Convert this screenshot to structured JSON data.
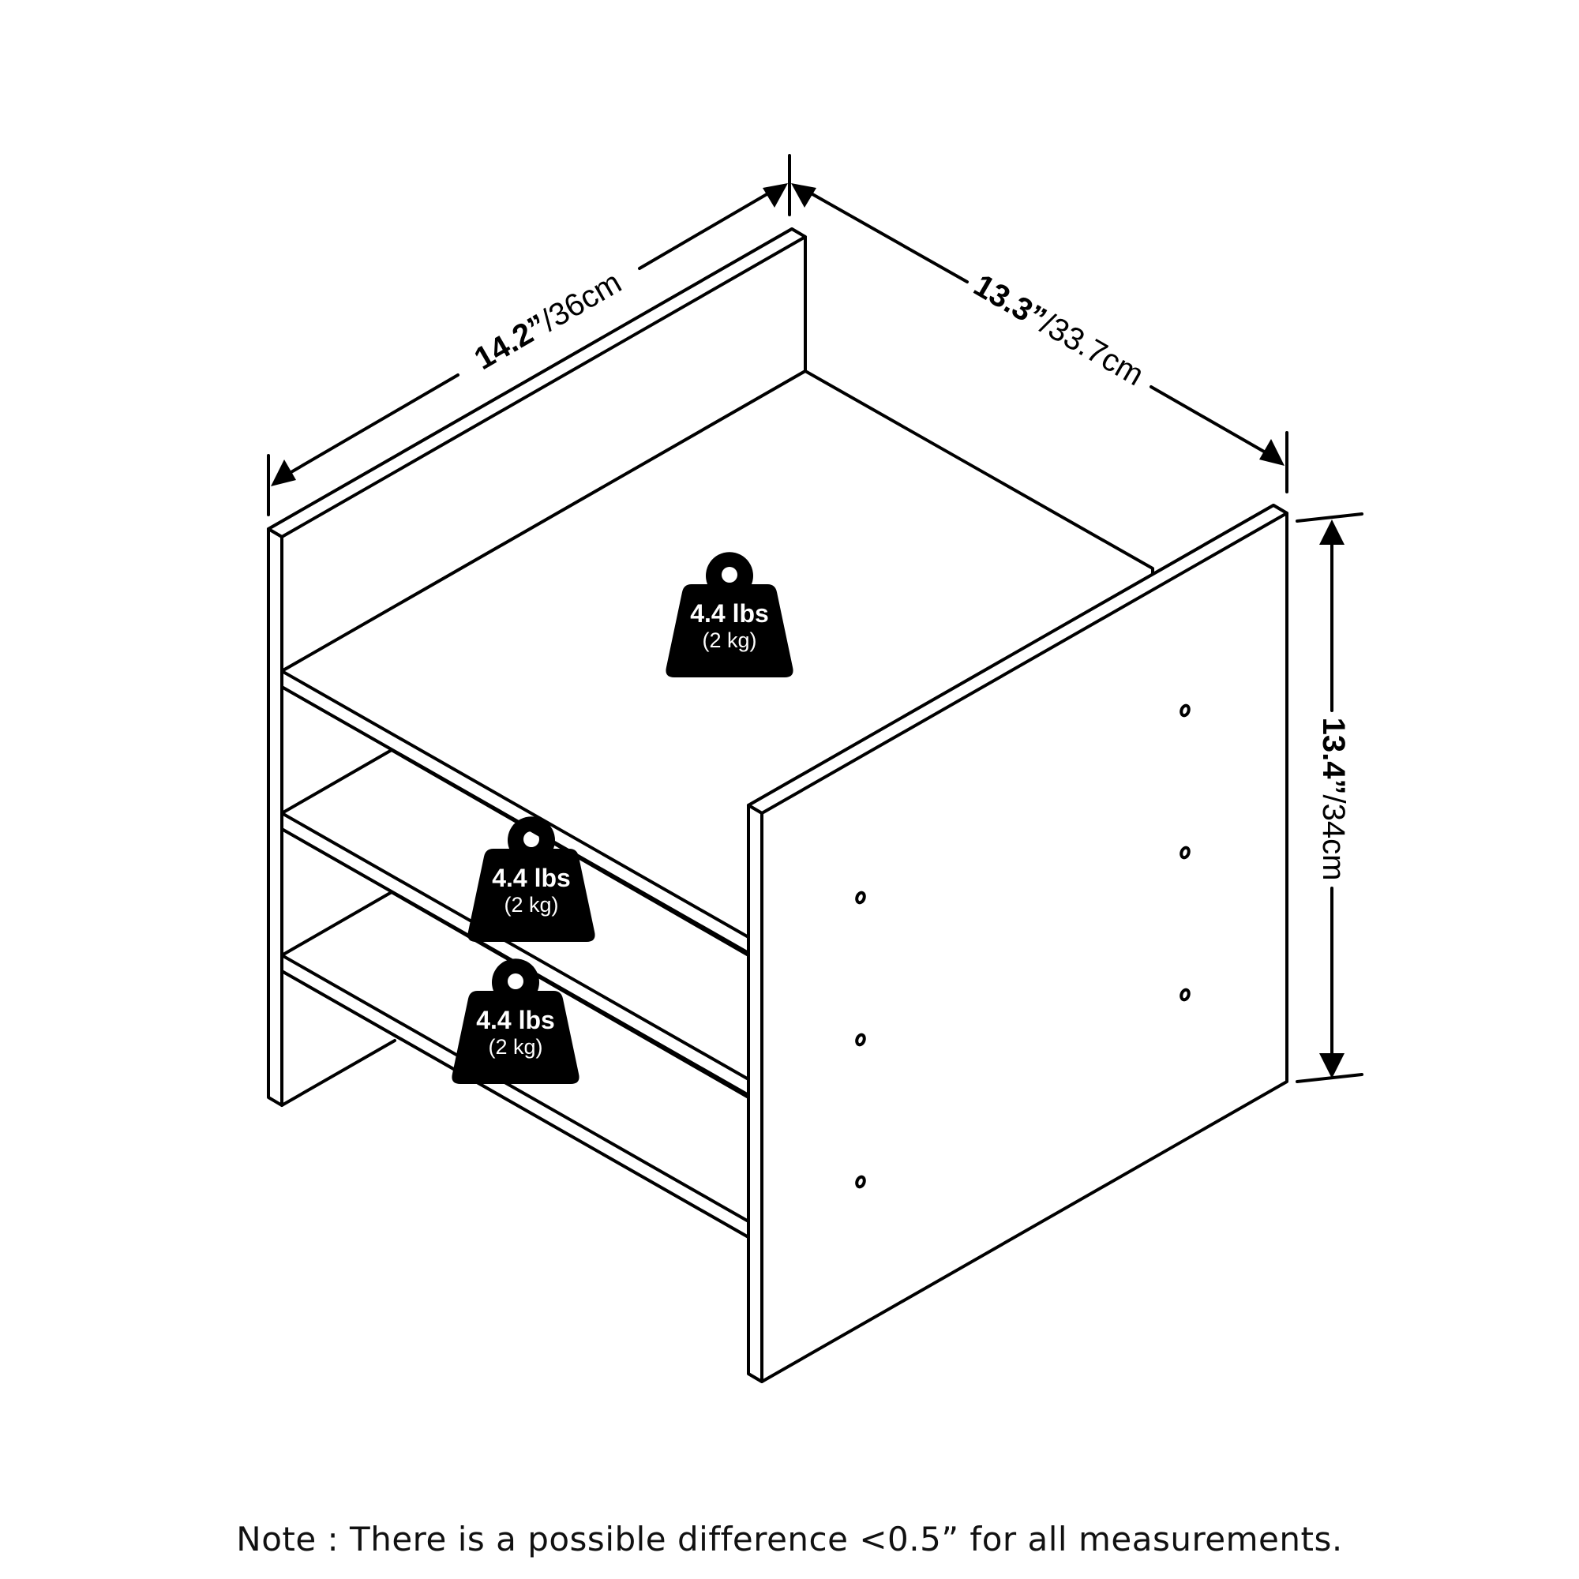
{
  "dimensions": {
    "width": {
      "imperial": "14.2”",
      "metric": "/36cm"
    },
    "depth": {
      "imperial": "13.3”",
      "metric": "/33.7cm"
    },
    "height": {
      "imperial": "13.4”",
      "metric": "/34cm"
    }
  },
  "weights": [
    {
      "main": "4.4 lbs",
      "sub": "(2 kg)"
    },
    {
      "main": "4.4 lbs",
      "sub": "(2 kg)"
    },
    {
      "main": "4.4 lbs",
      "sub": "(2 kg)"
    }
  ],
  "note": "Note : There is a possible difference <0.5” for all measurements."
}
